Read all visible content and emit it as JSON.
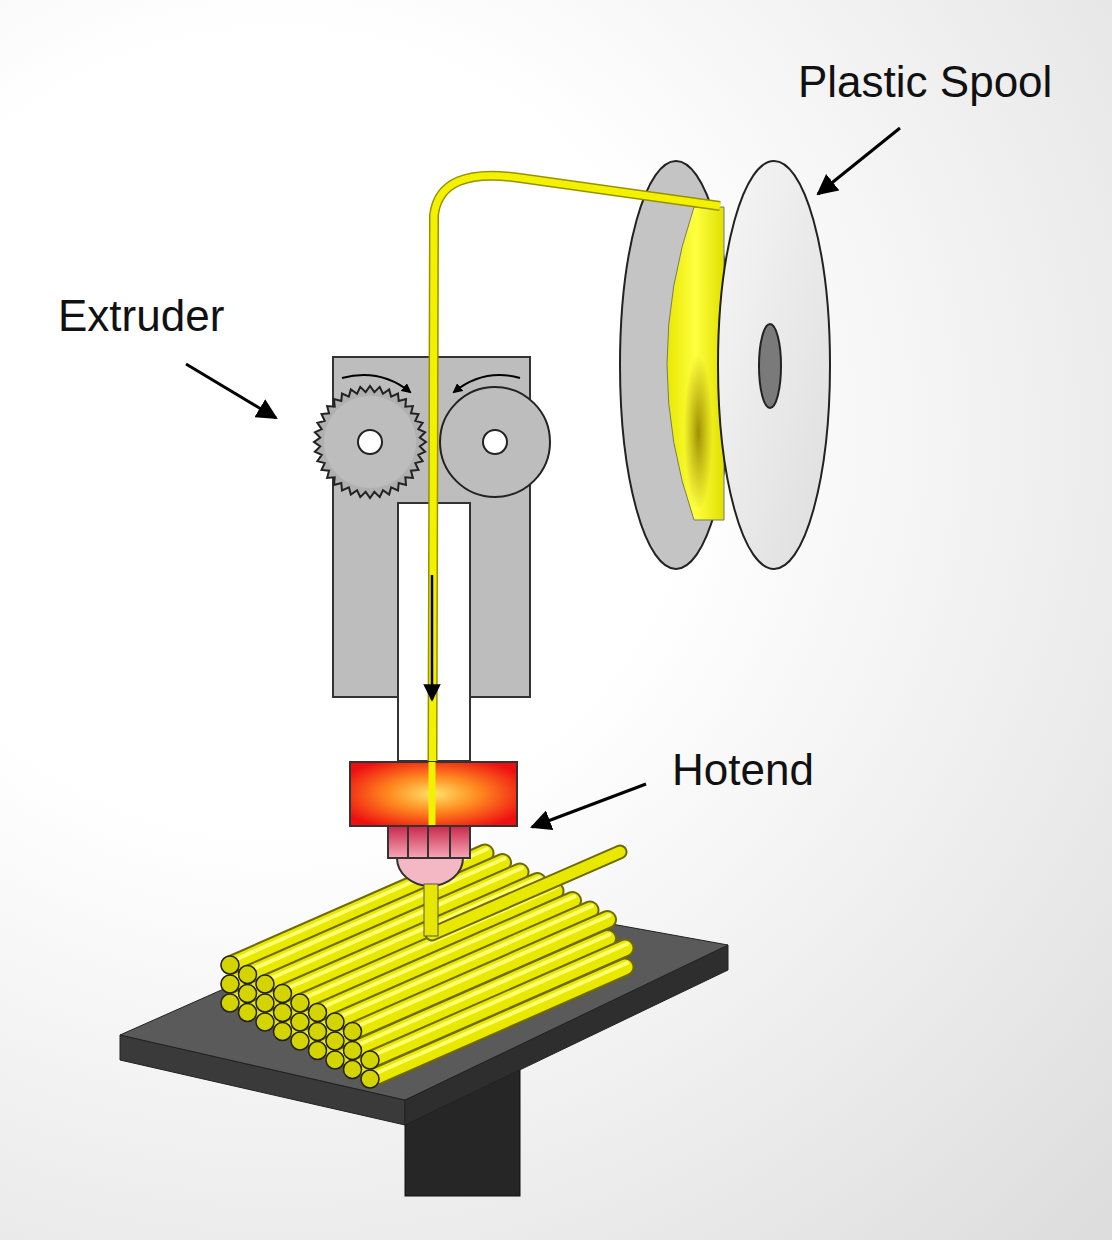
{
  "diagram": {
    "labels": [
      "Plastic Spool",
      "Extruder",
      "Hotend"
    ]
  }
}
